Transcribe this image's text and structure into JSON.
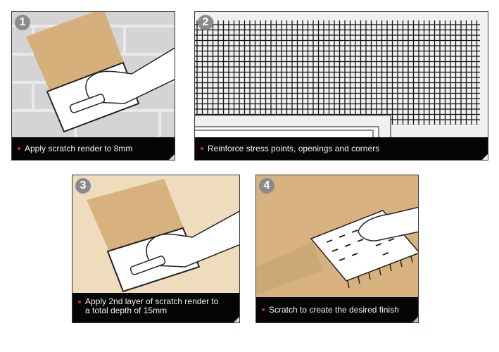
{
  "steps": [
    {
      "number": "1",
      "caption": "Apply scratch render to 8mm",
      "background": "#d4d4d6",
      "render_color": "#d5b07a"
    },
    {
      "number": "2",
      "caption": "Reinforce stress points, openings and corners",
      "background": "#f0f0f0",
      "mesh_color": "#111111"
    },
    {
      "number": "3",
      "caption_line1": "Apply 2nd layer of scratch render to",
      "caption_line2": "a total depth of 15mm",
      "background": "#efdcbd",
      "render_color": "#d7b27e"
    },
    {
      "number": "4",
      "caption": "Scratch to create the desired finish",
      "background": "#d7b27e"
    }
  ],
  "colors": {
    "caption_bg": "#050505",
    "bullet": "#d1283a",
    "badge": "#8a8a8a"
  }
}
